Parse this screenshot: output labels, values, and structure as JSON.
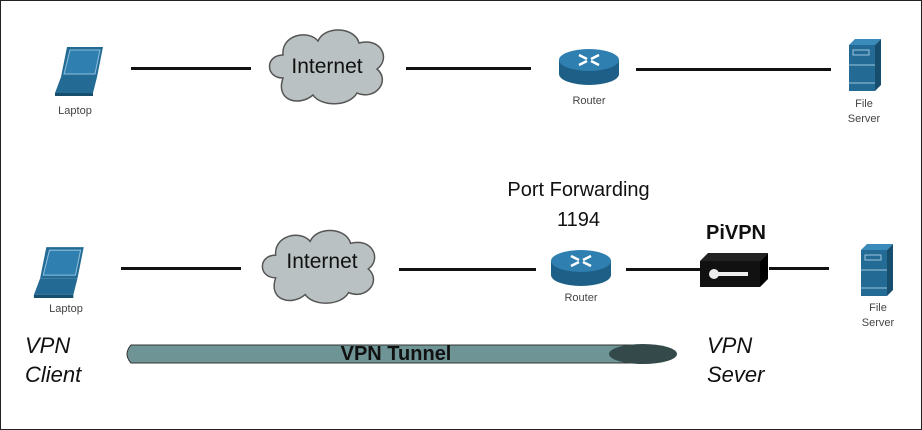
{
  "top_row": {
    "laptop_label": "Laptop",
    "cloud_label": "Internet",
    "router_label": "Router",
    "server_label_line1": "File",
    "server_label_line2": "Server"
  },
  "bottom_row": {
    "laptop_label": "Laptop",
    "cloud_label": "Internet",
    "port_forwarding_label": "Port Forwarding",
    "port_number": "1194",
    "router_label": "Router",
    "pivpn_label": "PiVPN",
    "server_label_line1": "File",
    "server_label_line2": "Server",
    "vpn_client_line1": "VPN",
    "vpn_client_line2": "Client",
    "vpn_server_line1": "VPN",
    "vpn_server_line2": "Sever",
    "tunnel_label": "VPN Tunnel"
  },
  "colors": {
    "device_blue": "#236a94",
    "cloud_gray": "#b9c1c2",
    "tunnel_teal": "#6e9496"
  }
}
